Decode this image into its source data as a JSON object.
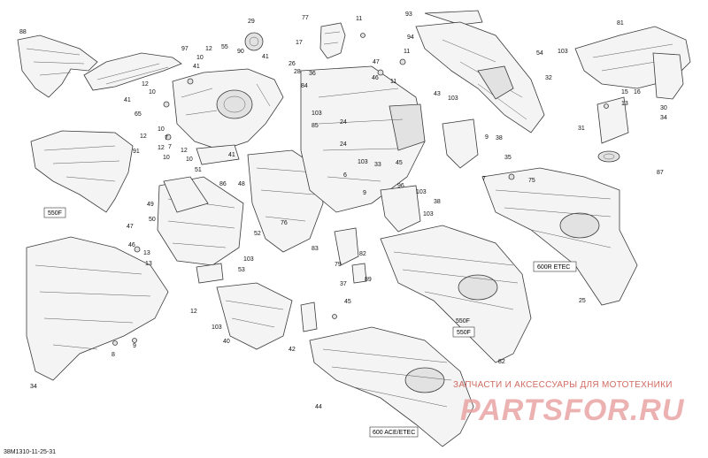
{
  "diagram": {
    "document_id": "38M1310-11-25-31",
    "variant_labels": [
      "550F",
      "550F",
      "600R ETEC",
      "600 ACE/ETEC"
    ],
    "watermark_text": "ЗАПЧАСТИ И АКСЕССУАРЫ ДЛЯ МОТОТЕХНИКИ",
    "watermark_logo": "PARTSFOR.RU",
    "callouts": [
      "88",
      "97",
      "12",
      "10",
      "41",
      "55",
      "90",
      "29",
      "41",
      "77",
      "11",
      "17",
      "93",
      "94",
      "11",
      "81",
      "103",
      "32",
      "54",
      "47",
      "46",
      "11",
      "12",
      "10",
      "41",
      "26",
      "28",
      "36",
      "84",
      "24",
      "103",
      "85",
      "43",
      "103",
      "15",
      "16",
      "13",
      "30",
      "34",
      "65",
      "12",
      "10",
      "7",
      "12",
      "10",
      "7",
      "41",
      "91",
      "12",
      "10",
      "33",
      "45",
      "24",
      "103",
      "9",
      "38",
      "31",
      "87",
      "51",
      "86",
      "48",
      "35",
      "7",
      "75",
      "6",
      "96",
      "9",
      "103",
      "103",
      "38",
      "49",
      "52",
      "47",
      "46",
      "50",
      "13",
      "76",
      "83",
      "79",
      "37",
      "13",
      "53",
      "103",
      "89",
      "82",
      "25",
      "12",
      "45",
      "103",
      "8",
      "9",
      "40",
      "42",
      "550F",
      "82",
      "34",
      "44"
    ]
  }
}
